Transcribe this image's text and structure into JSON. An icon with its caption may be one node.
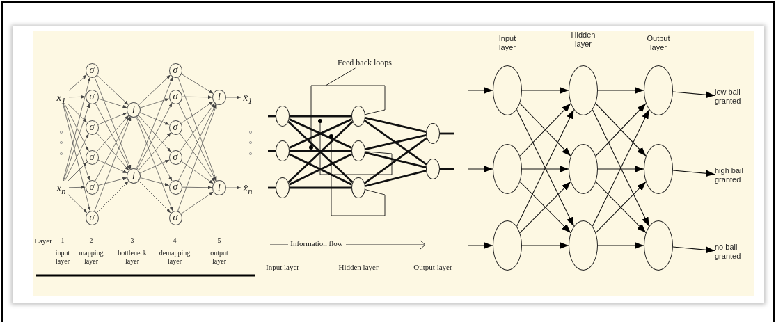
{
  "diagram": {
    "nodes": [
      {
        "text": [
          "x$_{1}$"
        ]
      },
      {
        "text": [
          "x$_{n}$"
        ]
      },
      {
        "text": [
          "σ"
        ]
      },
      {
        "text": [
          "σ"
        ]
      },
      {
        "text": [
          "σ"
        ]
      },
      {
        "text": [
          "σ"
        ]
      },
      {
        "text": [
          "σ"
        ]
      },
      {
        "text": [
          "σ"
        ]
      },
      {
        "text": [
          "l"
        ]
      },
      {
        "text": [
          "l"
        ]
      },
      {
        "text": [
          "σ"
        ]
      },
      {
        "text": [
          "σ"
        ]
      },
      {
        "text": [
          "σ"
        ]
      },
      {
        "text": [
          "σ"
        ]
      },
      {
        "text": [
          "σ"
        ]
      },
      {
        "text": [
          "σ"
        ]
      },
      {
        "text": [
          "l"
        ]
      },
      {
        "text": [
          "l"
        ]
      },
      {
        "text": [
          "x̂$_{1}$"
        ]
      },
      {
        "text": [
          "x̂$_{n}$"
        ]
      },
      {
        "text": [
          "Feed back loops"
        ]
      },
      {
        "text": [],
        "shape": "circle"
      },
      {
        "text": [],
        "shape": "circle"
      },
      {
        "text": [],
        "shape": "circle"
      },
      {
        "text": [],
        "shape": "circle"
      },
      {
        "text": [],
        "shape": "circle"
      },
      {
        "text": [],
        "shape": "circle"
      },
      {
        "text": [],
        "shape": "circle"
      },
      {
        "text": [],
        "shape": "circle"
      },
      {
        "text": [],
        "shape": "circle"
      },
      {
        "text": [],
        "shape": "circle"
      },
      {
        "text": [],
        "shape": "circle"
      },
      {
        "text": [],
        "shape": "circle"
      },
      {
        "text": [],
        "shape": "circle"
      },
      {
        "text": [],
        "shape": "circle"
      },
      {
        "text": [],
        "shape": "circle"
      },
      {
        "text": [],
        "shape": "circle"
      },
      {
        "text": [],
        "shape": "circle"
      },
      {
        "text": [
          "low bail granted"
        ]
      },
      {
        "text": [
          "high bail granted"
        ]
      },
      {
        "text": [
          "no bail granted"
        ]
      }
    ],
    "edges": [
      {
        "from": 0,
        "to": 2,
        "arrow": "to"
      },
      {
        "from": 0,
        "to": 3,
        "arrow": "to"
      },
      {
        "from": 0,
        "to": 4,
        "arrow": "to"
      },
      {
        "from": 0,
        "to": 5,
        "arrow": "to"
      },
      {
        "from": 0,
        "to": 6,
        "arrow": "to"
      },
      {
        "from": 0,
        "to": 7,
        "arrow": "to"
      },
      {
        "from": 1,
        "to": 2,
        "arrow": "to"
      },
      {
        "from": 1,
        "to": 3,
        "arrow": "to"
      },
      {
        "from": 1,
        "to": 4,
        "arrow": "to"
      },
      {
        "from": 1,
        "to": 5,
        "arrow": "to"
      },
      {
        "from": 1,
        "to": 6,
        "arrow": "to"
      },
      {
        "from": 1,
        "to": 7,
        "arrow": "to"
      },
      {
        "from": 2,
        "to": 8,
        "arrow": "to"
      },
      {
        "from": 2,
        "to": 9,
        "arrow": "to"
      },
      {
        "from": 3,
        "to": 8,
        "arrow": "to"
      },
      {
        "from": 3,
        "to": 9,
        "arrow": "to"
      },
      {
        "from": 4,
        "to": 8,
        "arrow": "to"
      },
      {
        "from": 4,
        "to": 9,
        "arrow": "to"
      },
      {
        "from": 5,
        "to": 8,
        "arrow": "to"
      },
      {
        "from": 5,
        "to": 9,
        "arrow": "to"
      },
      {
        "from": 6,
        "to": 8,
        "arrow": "to"
      },
      {
        "from": 6,
        "to": 9,
        "arrow": "to"
      },
      {
        "from": 7,
        "to": 8,
        "arrow": "to"
      },
      {
        "from": 7,
        "to": 9,
        "arrow": "to"
      },
      {
        "from": 8,
        "to": 10,
        "arrow": "to"
      },
      {
        "from": 8,
        "to": 11,
        "arrow": "to"
      },
      {
        "from": 8,
        "to": 12,
        "arrow": "to"
      },
      {
        "from": 8,
        "to": 13,
        "arrow": "to"
      },
      {
        "from": 8,
        "to": 14,
        "arrow": "to"
      },
      {
        "from": 8,
        "to": 15,
        "arrow": "to"
      },
      {
        "from": 9,
        "to": 10,
        "arrow": "to"
      },
      {
        "from": 9,
        "to": 11,
        "arrow": "to"
      },
      {
        "from": 9,
        "to": 12,
        "arrow": "to"
      },
      {
        "from": 9,
        "to": 13,
        "arrow": "to"
      },
      {
        "from": 9,
        "to": 14,
        "arrow": "to"
      },
      {
        "from": 9,
        "to": 15,
        "arrow": "to"
      },
      {
        "from": 10,
        "to": 16,
        "arrow": "to"
      },
      {
        "from": 10,
        "to": 17,
        "arrow": "to"
      },
      {
        "from": 11,
        "to": 16,
        "arrow": "to"
      },
      {
        "from": 11,
        "to": 17,
        "arrow": "to"
      },
      {
        "from": 12,
        "to": 16,
        "arrow": "to"
      },
      {
        "from": 12,
        "to": 17,
        "arrow": "to"
      },
      {
        "from": 13,
        "to": 16,
        "arrow": "to"
      },
      {
        "from": 13,
        "to": 17,
        "arrow": "to"
      },
      {
        "from": 14,
        "to": 16,
        "arrow": "to"
      },
      {
        "from": 14,
        "to": 17,
        "arrow": "to"
      },
      {
        "from": 15,
        "to": 16,
        "arrow": "to"
      },
      {
        "from": 15,
        "to": 17,
        "arrow": "to"
      },
      {
        "from": 16,
        "to": 18,
        "arrow": "to"
      },
      {
        "from": 17,
        "to": 19,
        "arrow": "to"
      },
      {
        "from": null,
        "to": 21,
        "arrow": "none",
        "style": "thick"
      },
      {
        "from": null,
        "to": 22,
        "arrow": "none",
        "style": "thick"
      },
      {
        "from": null,
        "to": 23,
        "arrow": "none",
        "style": "thick"
      },
      {
        "from": 21,
        "to": 24,
        "arrow": "none",
        "style": "thick"
      },
      {
        "from": 21,
        "to": 25,
        "arrow": "none",
        "style": "thick"
      },
      {
        "from": 21,
        "to": 26,
        "arrow": "none",
        "style": "thick"
      },
      {
        "from": 22,
        "to": 24,
        "arrow": "none",
        "style": "thick"
      },
      {
        "from": 22,
        "to": 25,
        "arrow": "none",
        "style": "thick"
      },
      {
        "from": 22,
        "to": 26,
        "arrow": "none",
        "style": "thick"
      },
      {
        "from": 23,
        "to": 24,
        "arrow": "none",
        "style": "thick"
      },
      {
        "from": 23,
        "to": 25,
        "arrow": "none",
        "style": "thick"
      },
      {
        "from": 23,
        "to": 26,
        "arrow": "none",
        "style": "thick"
      },
      {
        "from": 24,
        "to": 27,
        "arrow": "none",
        "style": "thick"
      },
      {
        "from": 24,
        "to": 28,
        "arrow": "none",
        "style": "thick"
      },
      {
        "from": 25,
        "to": 27,
        "arrow": "none",
        "style": "thick"
      },
      {
        "from": 25,
        "to": 28,
        "arrow": "none",
        "style": "thick"
      },
      {
        "from": 26,
        "to": 27,
        "arrow": "none",
        "style": "thick"
      },
      {
        "from": 26,
        "to": 28,
        "arrow": "none",
        "style": "thick"
      },
      {
        "from": 27,
        "to": null,
        "arrow": "none",
        "style": "thick"
      },
      {
        "from": 28,
        "to": null,
        "arrow": "none",
        "style": "thick"
      },
      {
        "from": 24,
        "to": null,
        "arrow": "other"
      },
      {
        "from": 25,
        "to": null,
        "arrow": "other"
      },
      {
        "from": 26,
        "to": null,
        "arrow": "other"
      },
      {
        "from": 20,
        "to": null,
        "arrow": "none"
      },
      {
        "from": null,
        "to": 29,
        "arrow": "to"
      },
      {
        "from": null,
        "to": 30,
        "arrow": "to"
      },
      {
        "from": null,
        "to": 31,
        "arrow": "to"
      },
      {
        "from": 29,
        "to": 32,
        "arrow": "to"
      },
      {
        "from": 29,
        "to": 33,
        "arrow": "to"
      },
      {
        "from": 29,
        "to": 34,
        "arrow": "to"
      },
      {
        "from": 30,
        "to": 32,
        "arrow": "to"
      },
      {
        "from": 30,
        "to": 33,
        "arrow": "to"
      },
      {
        "from": 30,
        "to": 34,
        "arrow": "to"
      },
      {
        "from": 31,
        "to": 32,
        "arrow": "to"
      },
      {
        "from": 31,
        "to": 33,
        "arrow": "to"
      },
      {
        "from": 31,
        "to": 34,
        "arrow": "to"
      },
      {
        "from": 32,
        "to": 35,
        "arrow": "to"
      },
      {
        "from": 32,
        "to": 36,
        "arrow": "to"
      },
      {
        "from": 32,
        "to": 37,
        "arrow": "to"
      },
      {
        "from": 33,
        "to": 35,
        "arrow": "to"
      },
      {
        "from": 33,
        "to": 36,
        "arrow": "to"
      },
      {
        "from": 33,
        "to": 37,
        "arrow": "to"
      },
      {
        "from": 34,
        "to": 35,
        "arrow": "to"
      },
      {
        "from": 34,
        "to": 36,
        "arrow": "to"
      },
      {
        "from": 34,
        "to": 37,
        "arrow": "to"
      },
      {
        "from": 35,
        "to": 38,
        "arrow": "to"
      },
      {
        "from": 36,
        "to": 39,
        "arrow": "to"
      },
      {
        "from": 37,
        "to": 40,
        "arrow": "to"
      }
    ],
    "labels": [
      "Layer",
      "1",
      "2",
      "3",
      "4",
      "5",
      "input layer",
      "mapping layer",
      "bottleneck layer",
      "demapping layer",
      "output layer",
      "Information flow",
      "Input layer",
      "Hidden layer",
      "Output layer",
      "Input layer",
      "Hidden layer",
      "Output layer"
    ]
  }
}
